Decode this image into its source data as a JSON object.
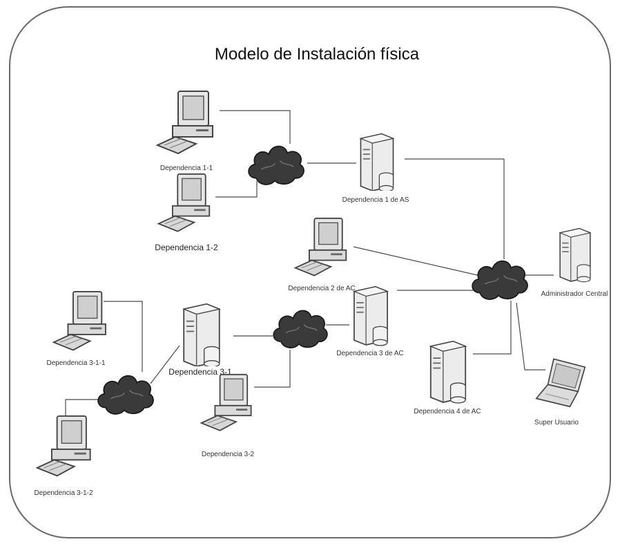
{
  "title": "Modelo de Instalación física",
  "nodes": {
    "pc_1_1": {
      "label": "Dependencia 1-1",
      "icon": "desktop-computer-icon"
    },
    "pc_1_2": {
      "label": "Dependencia 1-2",
      "icon": "desktop-computer-icon"
    },
    "srv_1": {
      "label": "Dependencia 1 de AS",
      "icon": "server-icon"
    },
    "pc_2": {
      "label": "Dependencia 2 de AC",
      "icon": "desktop-computer-icon"
    },
    "srv_central": {
      "label": "Administrador Central",
      "icon": "server-icon"
    },
    "srv_3": {
      "label": "Dependencia 3 de AC",
      "icon": "server-icon"
    },
    "pc_3_1_1": {
      "label": "Dependencia 3-1-1",
      "icon": "desktop-computer-icon"
    },
    "srv_3_1": {
      "label": "Dependencia 3-1",
      "icon": "server-icon"
    },
    "srv_4": {
      "label": "Dependencia 4 de AC",
      "icon": "server-icon"
    },
    "laptop": {
      "label": "Super Usuario",
      "icon": "laptop-icon"
    },
    "pc_3_2": {
      "label": "Dependencia 3-2",
      "icon": "desktop-computer-icon"
    },
    "pc_3_1_2": {
      "label": "Dependencia 3-1-2",
      "icon": "desktop-computer-icon"
    }
  },
  "clouds": {
    "cloud_a": {
      "icon": "network-cloud-icon"
    },
    "cloud_central": {
      "icon": "network-cloud-icon"
    },
    "cloud_b": {
      "icon": "network-cloud-icon"
    },
    "cloud_c": {
      "icon": "network-cloud-icon"
    }
  },
  "colors": {
    "background": "#ffffff",
    "frame": "#6a6a6a",
    "line": "#4a4a4a",
    "cloud": "#3a3a3a",
    "device": "#e4e4e4"
  }
}
